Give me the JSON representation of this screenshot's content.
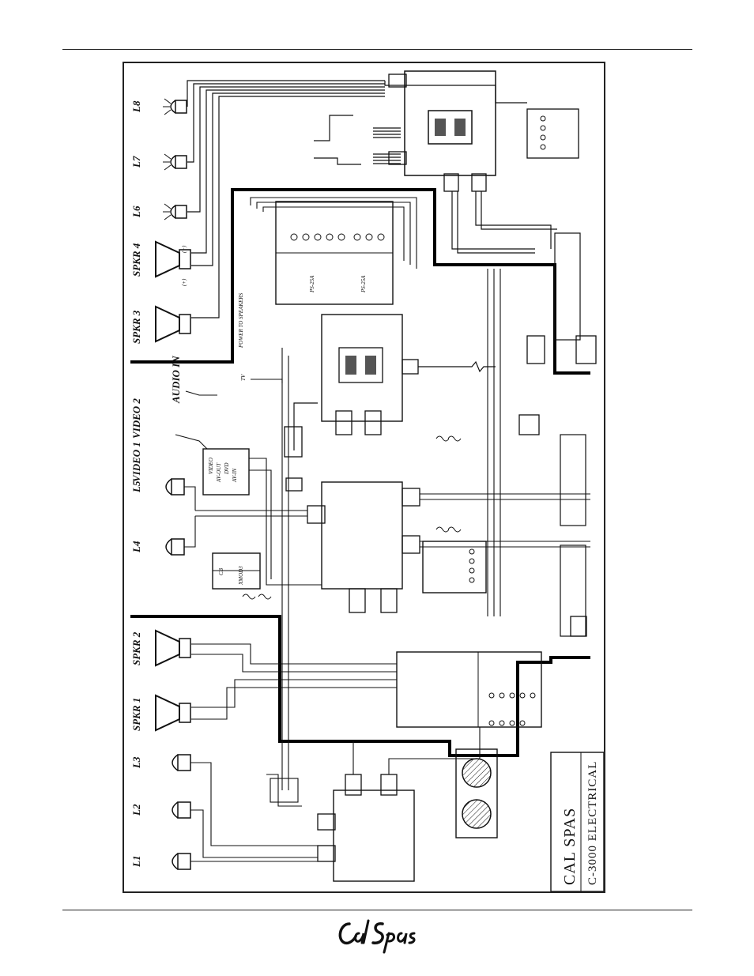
{
  "title_block": {
    "title": "CAL SPAS",
    "subtitle": "C-3000 ELECTRICAL"
  },
  "labels": {
    "l1": "L1",
    "l2": "L2",
    "l3": "L3",
    "l4": "L4",
    "l5": "L5",
    "l6": "L6",
    "l7": "L7",
    "l8": "L8",
    "spkr1": "SPKR 1",
    "spkr2": "SPKR 2",
    "spkr3": "SPKR 3",
    "spkr4": "SPKR 4",
    "video1": "VIDEO 1",
    "video2": "VIDEO 2",
    "audio_in": "AUDIO IN",
    "tv": "TV",
    "power_to_speakers": "POWER TO SPEAKERS",
    "ps25a_1": "PS-25A",
    "ps25a_2": "PS-25A",
    "cb": "CB",
    "xmod": "XMOD3",
    "video_out": "VIDEO",
    "av_out": "AV-OUT",
    "dvd": "DVD",
    "av_in": "AV-IN",
    "plus": "(+)",
    "minus": "(−)"
  },
  "colors": {
    "ink": "#111111",
    "thick_border": "#000000"
  }
}
